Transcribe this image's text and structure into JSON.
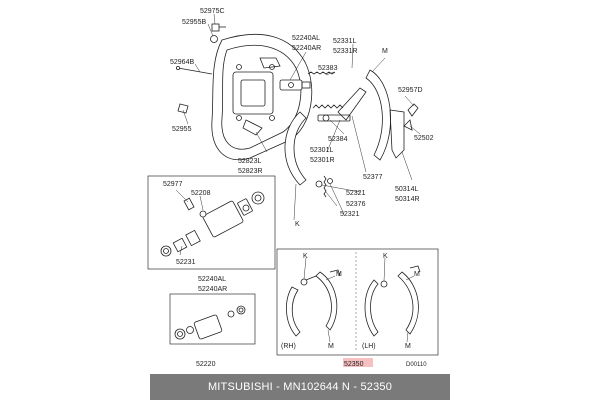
{
  "diagram": {
    "labels": {
      "l_52975C": "52975C",
      "l_52955B": "52955B",
      "l_52964B": "52964B",
      "l_52955": "52955",
      "l_52240AL_top": "52240AL",
      "l_52240AR_top": "52240AR",
      "l_52331L": "52331L",
      "l_52331R": "52331R",
      "l_M_top": "M",
      "l_52383": "52383",
      "l_52957D": "52957D",
      "l_52384": "52384",
      "l_52502": "52502",
      "l_52301L": "52301L",
      "l_52301R": "52301R",
      "l_52377": "52377",
      "l_52823L": "52823L",
      "l_52823R": "52823R",
      "l_50314L": "50314L",
      "l_50314R": "50314R",
      "l_52321_a": "52321",
      "l_52376": "52376",
      "l_52321_b": "52321",
      "l_K_main": "K",
      "l_52977": "52977",
      "l_52208": "52208",
      "l_52231": "52231",
      "l_52240AL_mid": "52240AL",
      "l_52240AR_mid": "52240AR",
      "l_52220": "52220",
      "l_K_rh": "K",
      "l_M_rh": "M",
      "l_RH": "(RH)",
      "l_M_rh_bottom": "M",
      "l_K_lh": "K",
      "l_M_lh": "M",
      "l_LH": "(LH)",
      "l_M_lh_bottom": "M",
      "l_52350": "52350",
      "l_code": "D00110"
    },
    "highlight_color": "#f6c0c0"
  },
  "footer": {
    "caption": "MITSUBISHI - MN102644     N - 52350",
    "background": "#7a7a7a"
  }
}
